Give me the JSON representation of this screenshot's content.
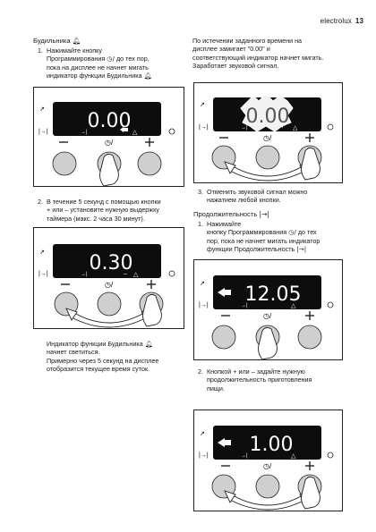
{
  "header": {
    "brand": "electrolux",
    "page": "13"
  },
  "left": {
    "section1": {
      "title": "Будильника",
      "step1": {
        "num": "1.",
        "l1": "Нажимайте кнопку",
        "l2": "Программирования",
        "l2b": "до тех пор,",
        "l3": "пока на дисплее не начнет мигать",
        "l4": "индикатор функции Будильника"
      },
      "display1": "0.00",
      "step2": {
        "num": "2.",
        "l1": "В течение 5 секунд с помощью кнопки",
        "l2": "+ или – установите нужную выдержку",
        "l3": "таймера (макс. 2 часа 30 минут)."
      },
      "display2": "0.30",
      "note": {
        "l1": "Индикатор функции Будильника",
        "l2": "начнет светиться.",
        "l3": "Примерно через 5 секунд на дисплее",
        "l4": "отобразится текущее время суток."
      }
    }
  },
  "right": {
    "intro": {
      "l1": "По истечении заданного времени на",
      "l2": "дисплее замигает \"0.00\" и",
      "l3": "соответствующий индикатор начнет мигать.",
      "l4": "Заработает звуковой сигнал."
    },
    "display3": "0.00",
    "step3": {
      "num": "3.",
      "l1": "Отменить звуковой сигнал можно",
      "l2": "нажатием любой кнопки."
    },
    "section2": {
      "title": "Продолжительность",
      "step1": {
        "num": "1.",
        "l1": "Нажимайте",
        "l2a": "кнопку Программирования",
        "l2b": "до тех",
        "l3": "пор, пока не начнет мигать индикатор",
        "l4": "функции Продолжительность"
      },
      "display4": "12.05",
      "step2": {
        "num": "2.",
        "l1": "Кнопкой + или – задайте нужную",
        "l2": "продолжительность приготовления",
        "l3": "пищи."
      },
      "display5": "1.00"
    }
  },
  "panel_labels": {
    "minus": "–",
    "plus": "+"
  }
}
